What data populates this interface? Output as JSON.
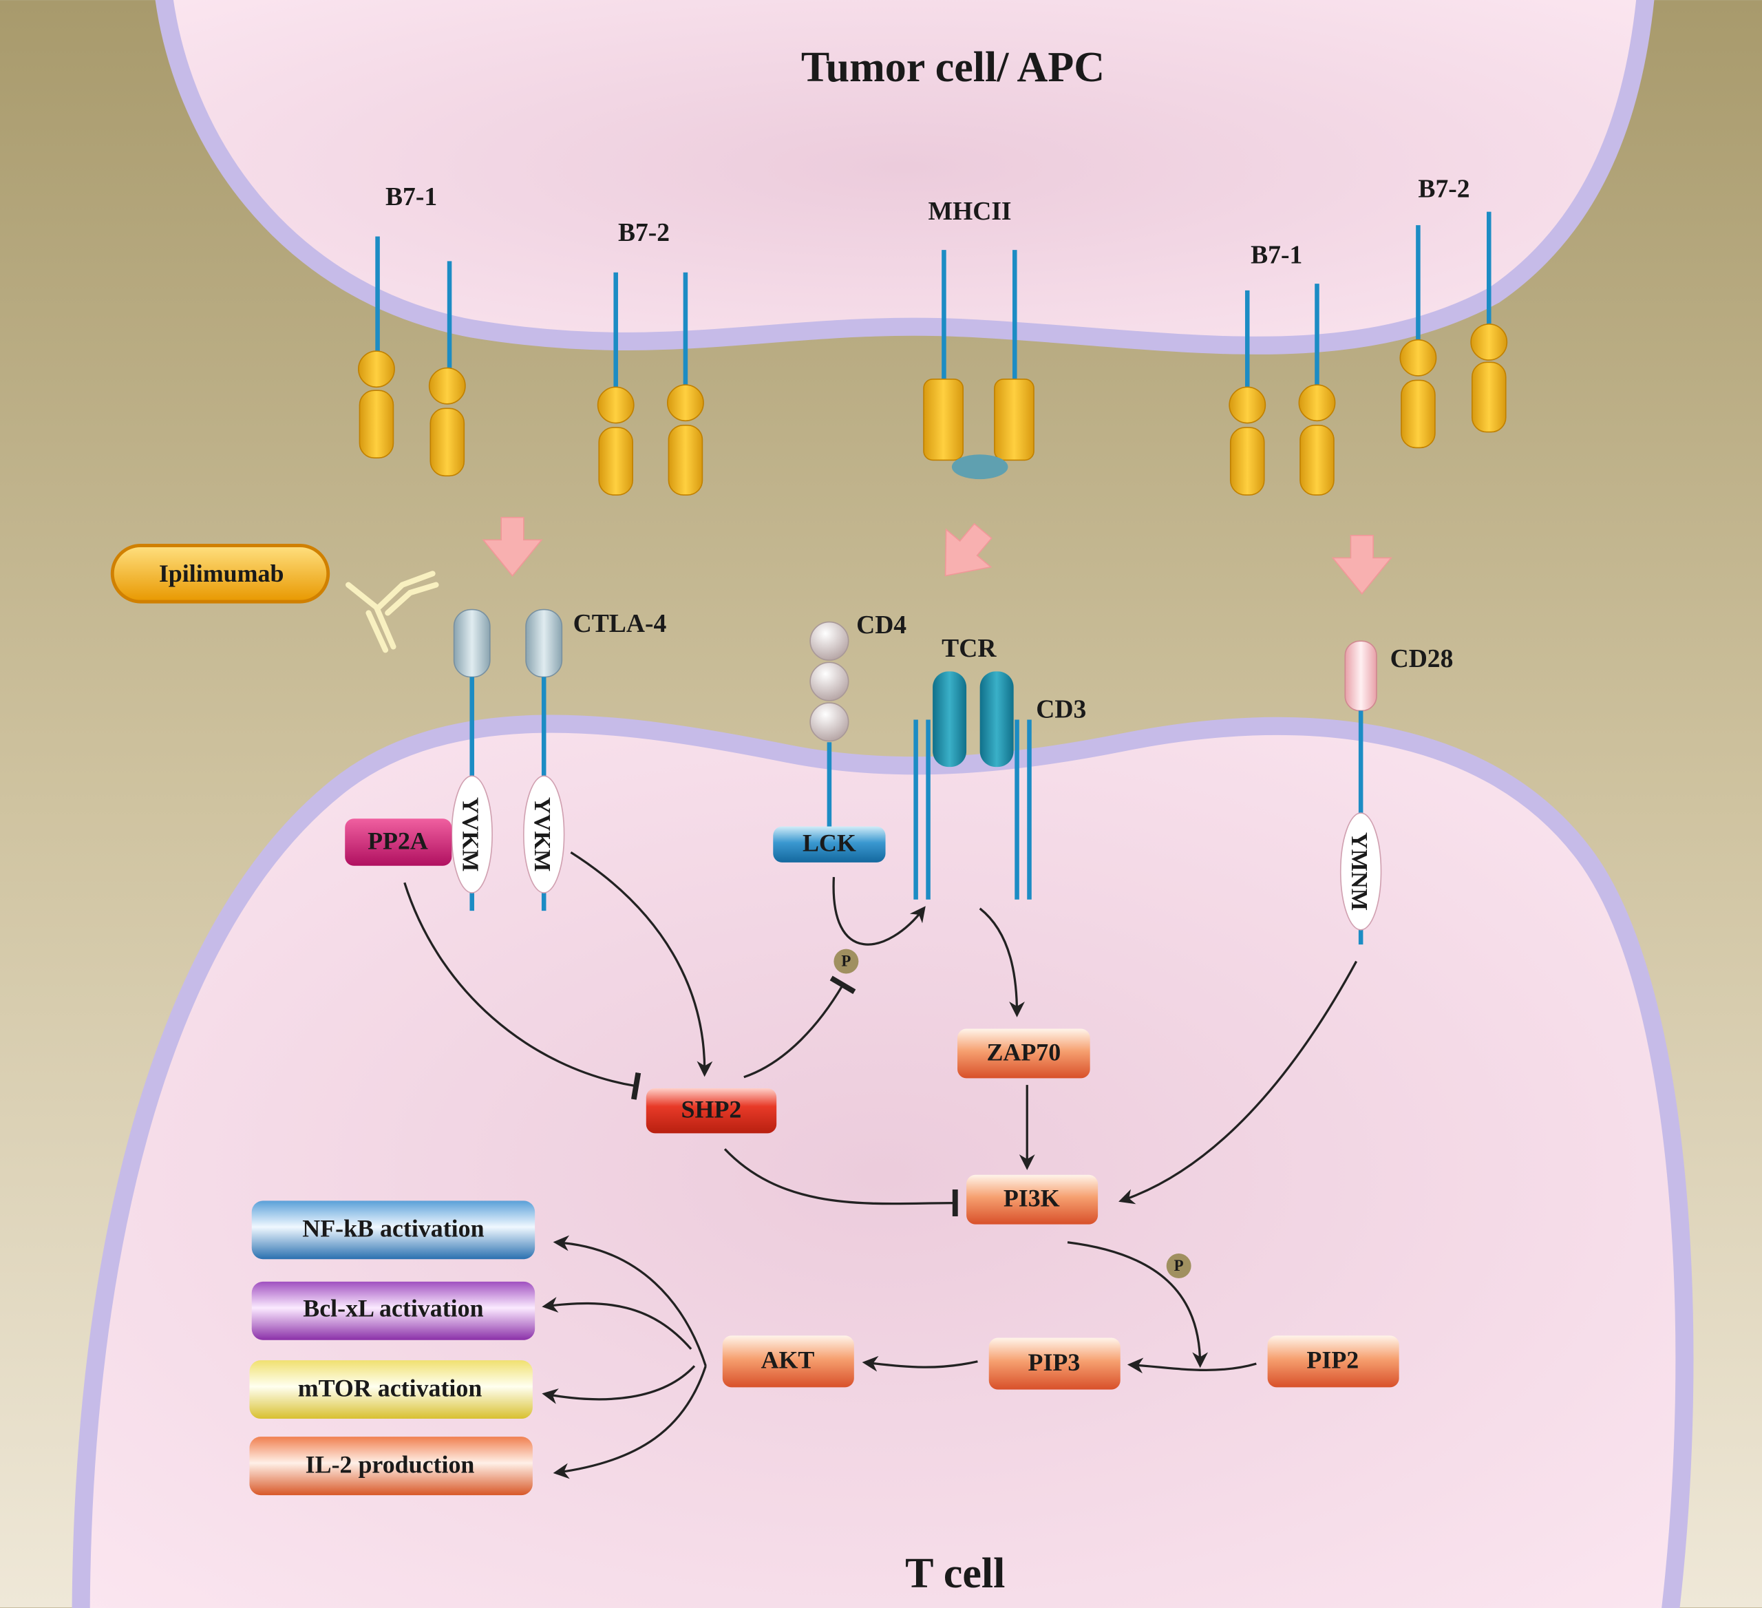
{
  "titles": {
    "top_cell": "Tumor cell/ APC",
    "bottom_cell": "T cell"
  },
  "apc_receptors": {
    "b7_1_left": "B7-1",
    "b7_2_left": "B7-2",
    "mhcii": "MHCII",
    "b7_1_right": "B7-1",
    "b7_2_right": "B7-2"
  },
  "drug": {
    "name": "Ipilimumab"
  },
  "tcell_receptors": {
    "ctla4": "CTLA-4",
    "ctla4_motif": "YVKM",
    "cd4": "CD4",
    "tcr": "TCR",
    "cd3": "CD3",
    "cd28": "CD28",
    "cd28_motif": "YMNM"
  },
  "signaling": {
    "pp2a": "PP2A",
    "lck": "LCK",
    "shp2": "SHP2",
    "zap70": "ZAP70",
    "pi3k": "PI3K",
    "pip2": "PIP2",
    "pip3": "PIP3",
    "akt": "AKT",
    "phospho": "P"
  },
  "outcomes": [
    {
      "label": "NF-kB activation",
      "color": "#2e78b8"
    },
    {
      "label": "Bcl-xL activation",
      "color": "#9a3cb0"
    },
    {
      "label": "mTOR activation",
      "color": "#e8d040"
    },
    {
      "label": "IL-2 production",
      "color": "#e06030"
    }
  ],
  "colors": {
    "background": "#ada277",
    "membrane": "#c6bbe8",
    "cytoplasm": "#f1d5e3",
    "receptor_line": "#1c8cc4",
    "ligand": "#f0b820",
    "ctla4": "#a8bcc4",
    "tcr": "#1a8aa0",
    "shp2": "#d83020",
    "pp2a": "#c8186a",
    "lck": "#1e7ab0",
    "kinase": "#e86030"
  }
}
